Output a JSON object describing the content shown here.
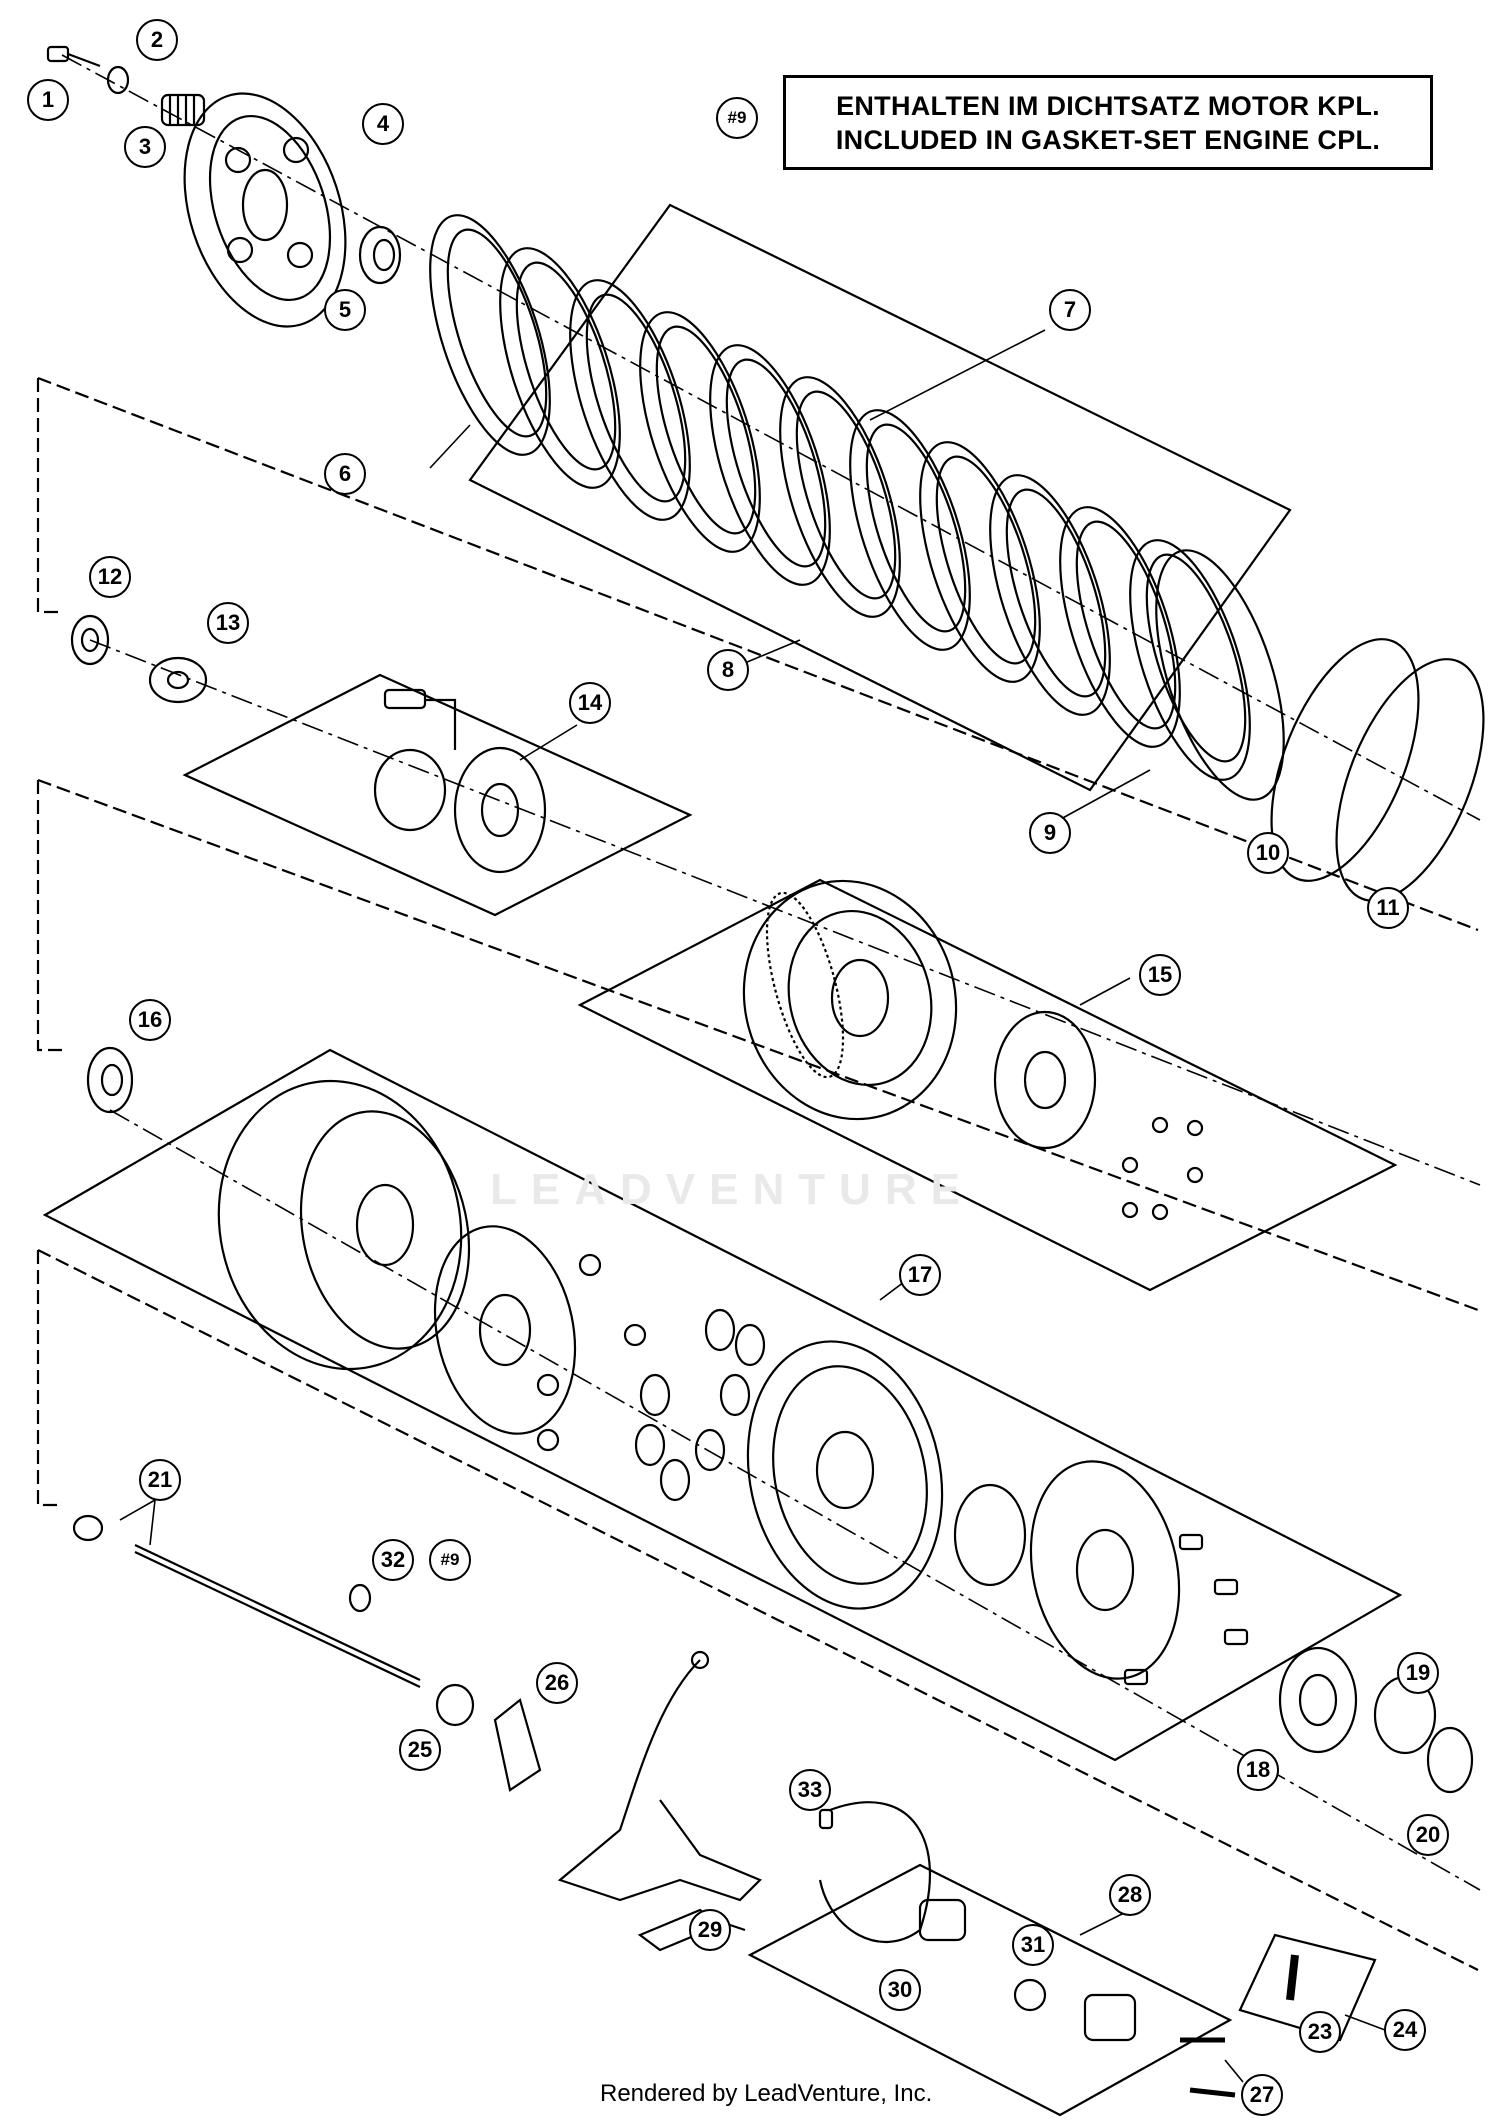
{
  "note": {
    "ref": "#9",
    "line1": "ENTHALTEN IM DICHTSATZ MOTOR KPL.",
    "line2": "INCLUDED IN GASKET-SET ENGINE CPL."
  },
  "callouts": [
    "1",
    "2",
    "3",
    "4",
    "5",
    "6",
    "7",
    "8",
    "9",
    "10",
    "11",
    "12",
    "13",
    "14",
    "15",
    "16",
    "17",
    "18",
    "19",
    "20",
    "21",
    "23",
    "24",
    "25",
    "26",
    "27",
    "28",
    "29",
    "30",
    "31",
    "32",
    "33"
  ],
  "ref_marker": "#9",
  "watermark": "LEADVENTURE",
  "footer": "Rendered by LeadVenture, Inc."
}
